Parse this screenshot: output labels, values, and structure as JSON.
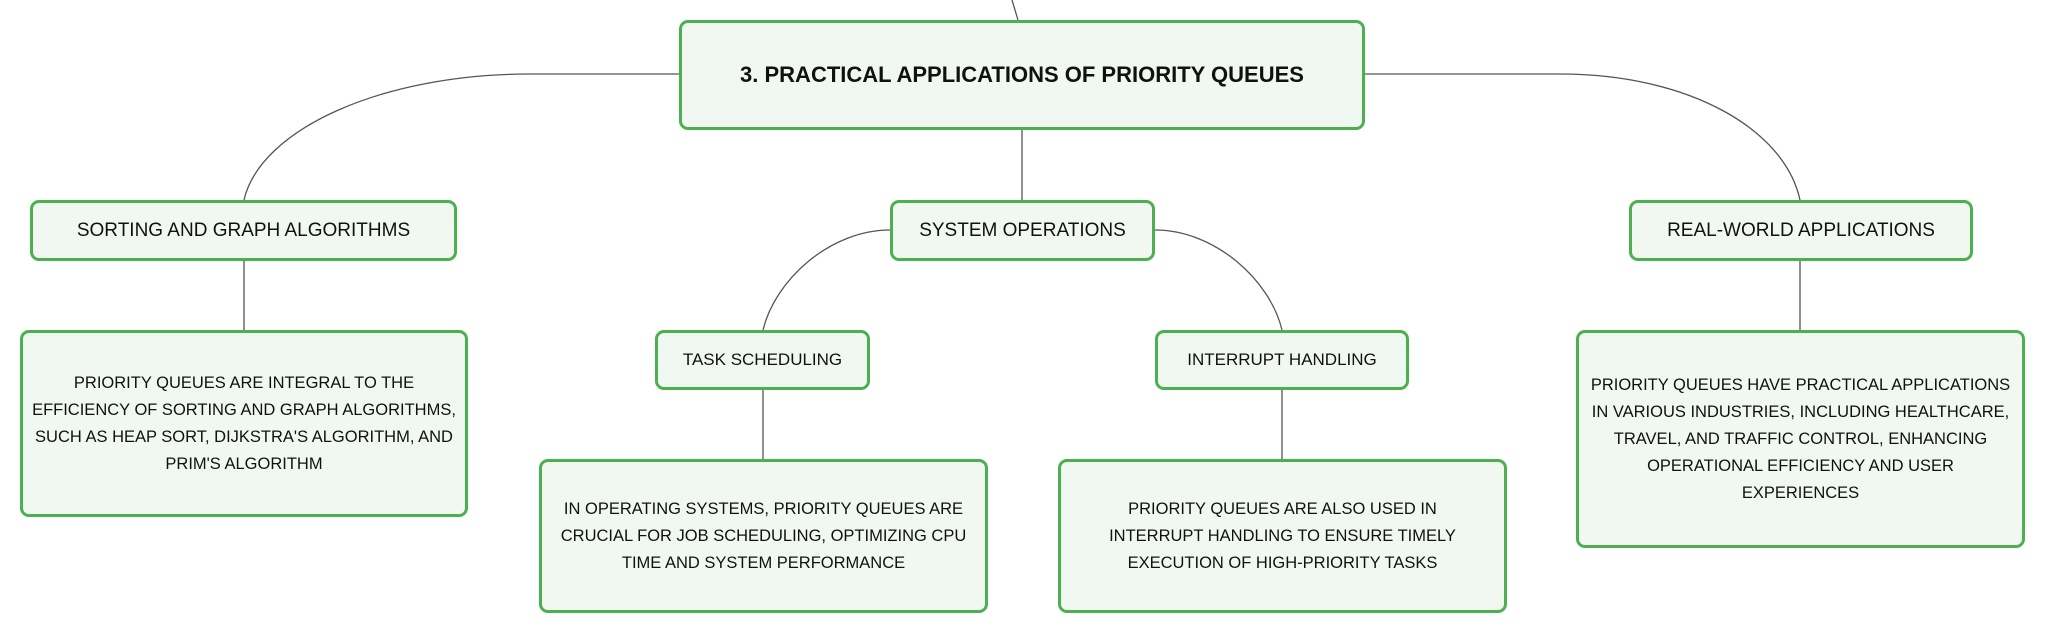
{
  "root": {
    "title": "3. PRACTICAL APPLICATIONS OF PRIORITY QUEUES"
  },
  "topics": [
    {
      "label": "SORTING AND GRAPH ALGORITHMS",
      "detail": "PRIORITY QUEUES ARE INTEGRAL TO THE EFFICIENCY OF SORTING AND GRAPH ALGORITHMS, SUCH AS HEAP SORT, DIJKSTRA'S ALGORITHM, AND PRIM'S ALGORITHM"
    },
    {
      "label": "SYSTEM OPERATIONS",
      "children": [
        {
          "label": "TASK SCHEDULING",
          "detail": "IN OPERATING SYSTEMS, PRIORITY QUEUES ARE CRUCIAL FOR JOB SCHEDULING, OPTIMIZING CPU TIME AND SYSTEM PERFORMANCE"
        },
        {
          "label": "INTERRUPT HANDLING",
          "detail": "PRIORITY QUEUES ARE ALSO USED IN INTERRUPT HANDLING TO ENSURE TIMELY EXECUTION OF HIGH-PRIORITY TASKS"
        }
      ]
    },
    {
      "label": "REAL-WORLD APPLICATIONS",
      "detail": "PRIORITY QUEUES HAVE PRACTICAL APPLICATIONS IN VARIOUS INDUSTRIES, INCLUDING HEALTHCARE, TRAVEL, AND TRAFFIC CONTROL, ENHANCING OPERATIONAL EFFICIENCY AND USER EXPERIENCES"
    }
  ],
  "colors": {
    "border": "#4caf50",
    "fill": "#f1f8f1",
    "line": "#555555"
  }
}
